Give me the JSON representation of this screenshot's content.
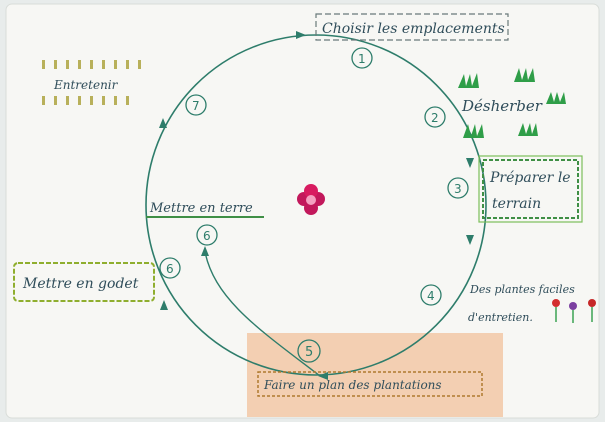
{
  "steps": [
    {
      "number": "1",
      "label": "Choisir les emplacements"
    },
    {
      "number": "2",
      "label": "Désherber"
    },
    {
      "number": "3",
      "label_line1": "Préparer le",
      "label_line2": "terrain"
    },
    {
      "number": "4",
      "label_line1": "Des plantes faciles",
      "label_line2": "d'entretien."
    },
    {
      "number": "5",
      "label": "Faire un plan des plantations"
    },
    {
      "number": "6",
      "label": "Mettre en godet"
    },
    {
      "number": "6",
      "label": "Mettre en terre"
    },
    {
      "number": "7",
      "label": "Entretenir"
    }
  ],
  "colors": {
    "cycle_line": "#2e7d6b",
    "frame_green": "#3f8f45",
    "step5_panel": "#f2c8a6",
    "flower": "#c2185b"
  },
  "icons": [
    "grass-icon",
    "flower-icon",
    "gardener-cart-icon"
  ]
}
